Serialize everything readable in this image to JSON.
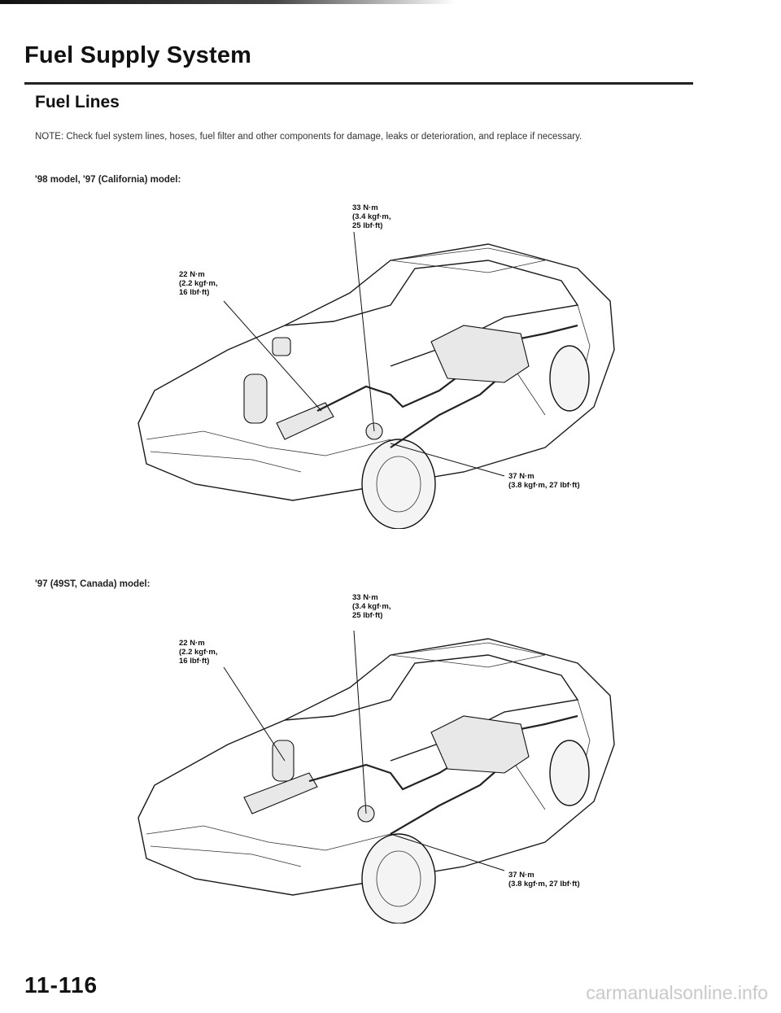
{
  "header": {
    "title": "Fuel Supply System"
  },
  "section": {
    "subtitle": "Fuel Lines"
  },
  "note": "NOTE:  Check fuel system lines, hoses, fuel filter and other components for damage, leaks or deterioration, and replace if necessary.",
  "diagrams": [
    {
      "label": "'98 model, '97 (California) model:",
      "callouts": {
        "top": "33 N·m\n(3.4 kgf·m,\n25 lbf·ft)",
        "left": "22 N·m\n(2.2 kgf·m,\n16 lbf·ft)",
        "right": "37 N·m\n(3.8 kgf·m, 27 lbf·ft)"
      }
    },
    {
      "label": "'97 (49ST, Canada) model:",
      "callouts": {
        "top": "33 N·m\n(3.4 kgf·m,\n25 lbf·ft)",
        "left": "22 N·m\n(2.2 kgf·m,\n16 lbf·ft)",
        "right": "37 N·m\n(3.8 kgf·m, 27 lbf·ft)"
      }
    }
  ],
  "footer": {
    "page_number": "11-116",
    "watermark": "carmanualsonline.info"
  }
}
